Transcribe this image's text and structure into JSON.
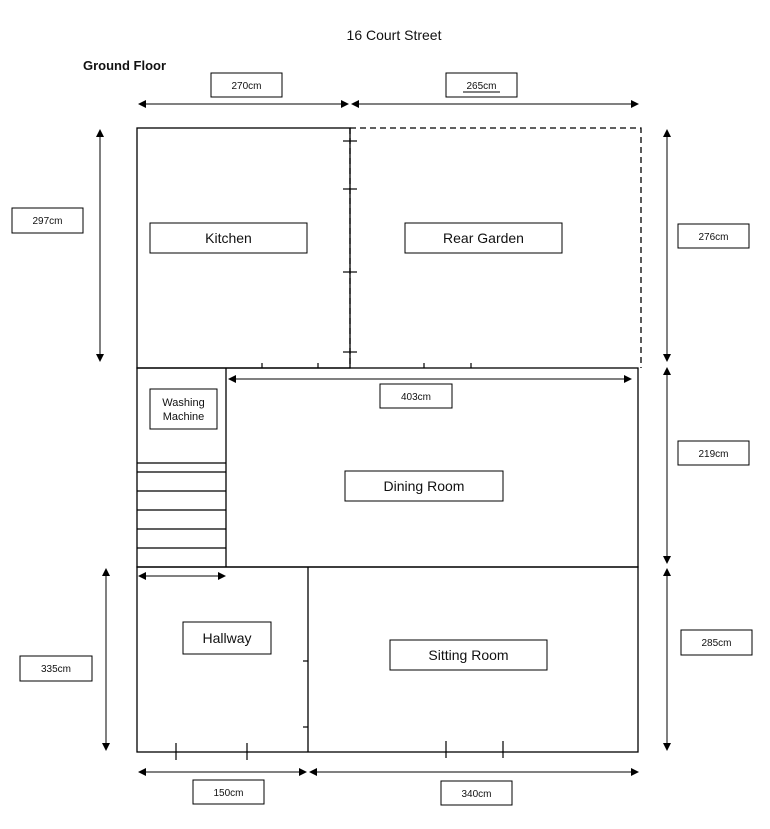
{
  "title": "16 Court Street",
  "floor": "Ground Floor",
  "rooms": {
    "kitchen": "Kitchen",
    "rear_garden": "Rear Garden",
    "washing_machine_line1": "Washing",
    "washing_machine_line2": "Machine",
    "dining_room": "Dining Room",
    "hallway": "Hallway",
    "sitting_room": "Sitting Room"
  },
  "dimensions": {
    "kitchen_width": "270cm",
    "garden_width": "265cm",
    "kitchen_height": "297cm",
    "garden_height": "276cm",
    "dining_width": "403cm",
    "dining_height": "219cm",
    "hallway_height": "335cm",
    "sitting_height": "285cm",
    "hallway_width": "150cm",
    "sitting_width": "340cm"
  }
}
